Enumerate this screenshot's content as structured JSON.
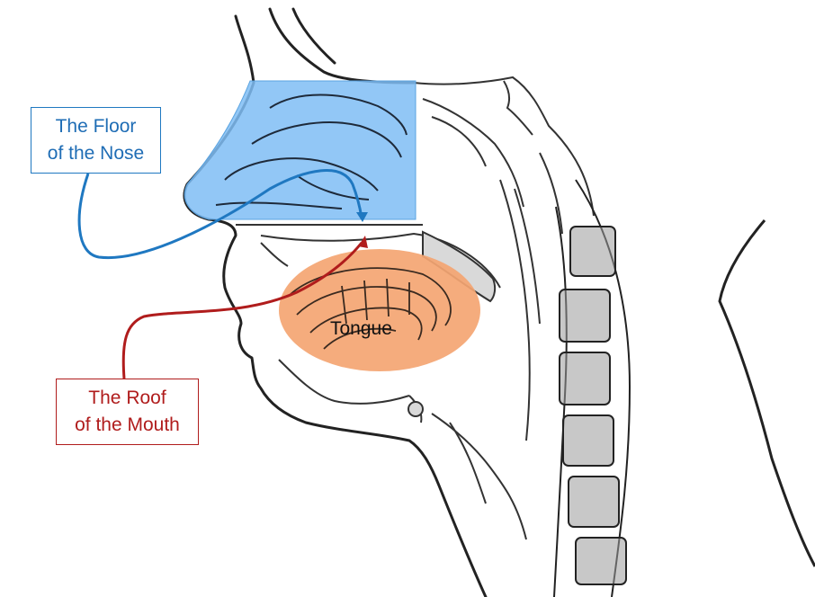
{
  "labels": {
    "floor_of_nose": {
      "line1": "The Floor",
      "line2": "of the Nose"
    },
    "roof_of_mouth": {
      "line1": "The Roof",
      "line2": "of the Mouth"
    },
    "tongue": "Tongue"
  },
  "colors": {
    "nose_highlight": "#7fbdf5",
    "nose_text": "#1f6db5",
    "mouth_text": "#b01c1c",
    "tongue_fill": "#f4a572",
    "outline": "#222222"
  }
}
